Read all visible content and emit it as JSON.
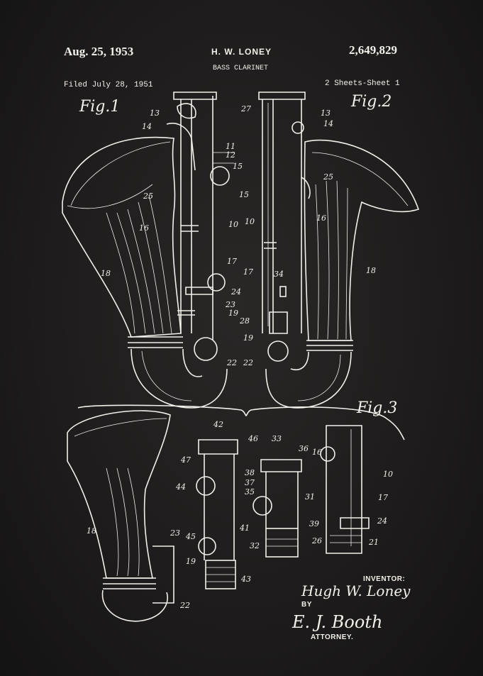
{
  "header": {
    "date": "Aug. 25, 1953",
    "inventor_name": "H. W. LONEY",
    "patent_number": "2,649,829",
    "title": "BASS CLARINET",
    "filed": "Filed July 28, 1951",
    "sheets": "2 Sheets-Sheet 1"
  },
  "figures": {
    "fig1": "Fig.1",
    "fig2": "Fig.2",
    "fig3": "Fig.3"
  },
  "labels_fig1": [
    "13",
    "14",
    "11",
    "12",
    "15",
    "25",
    "16",
    "10",
    "18",
    "17",
    "24",
    "23",
    "19",
    "22"
  ],
  "labels_fig2": [
    "27",
    "13",
    "14",
    "25",
    "15",
    "10",
    "16",
    "17",
    "34",
    "18",
    "28",
    "19",
    "22"
  ],
  "labels_fig3": [
    "42",
    "46",
    "47",
    "33",
    "36",
    "16",
    "38",
    "37",
    "35",
    "44",
    "31",
    "10",
    "17",
    "41",
    "45",
    "39",
    "24",
    "23",
    "19",
    "26",
    "21",
    "32",
    "18",
    "43",
    "22"
  ],
  "signatures": {
    "inventor_heading": "INVENTOR:",
    "inventor_signature": "Hugh W. Loney",
    "by": "BY",
    "attorney_signature": "E. J. Booth",
    "attorney_heading": "ATTORNEY."
  },
  "colors": {
    "background": "#1c1a1a",
    "ink": "#f2f0ea"
  }
}
